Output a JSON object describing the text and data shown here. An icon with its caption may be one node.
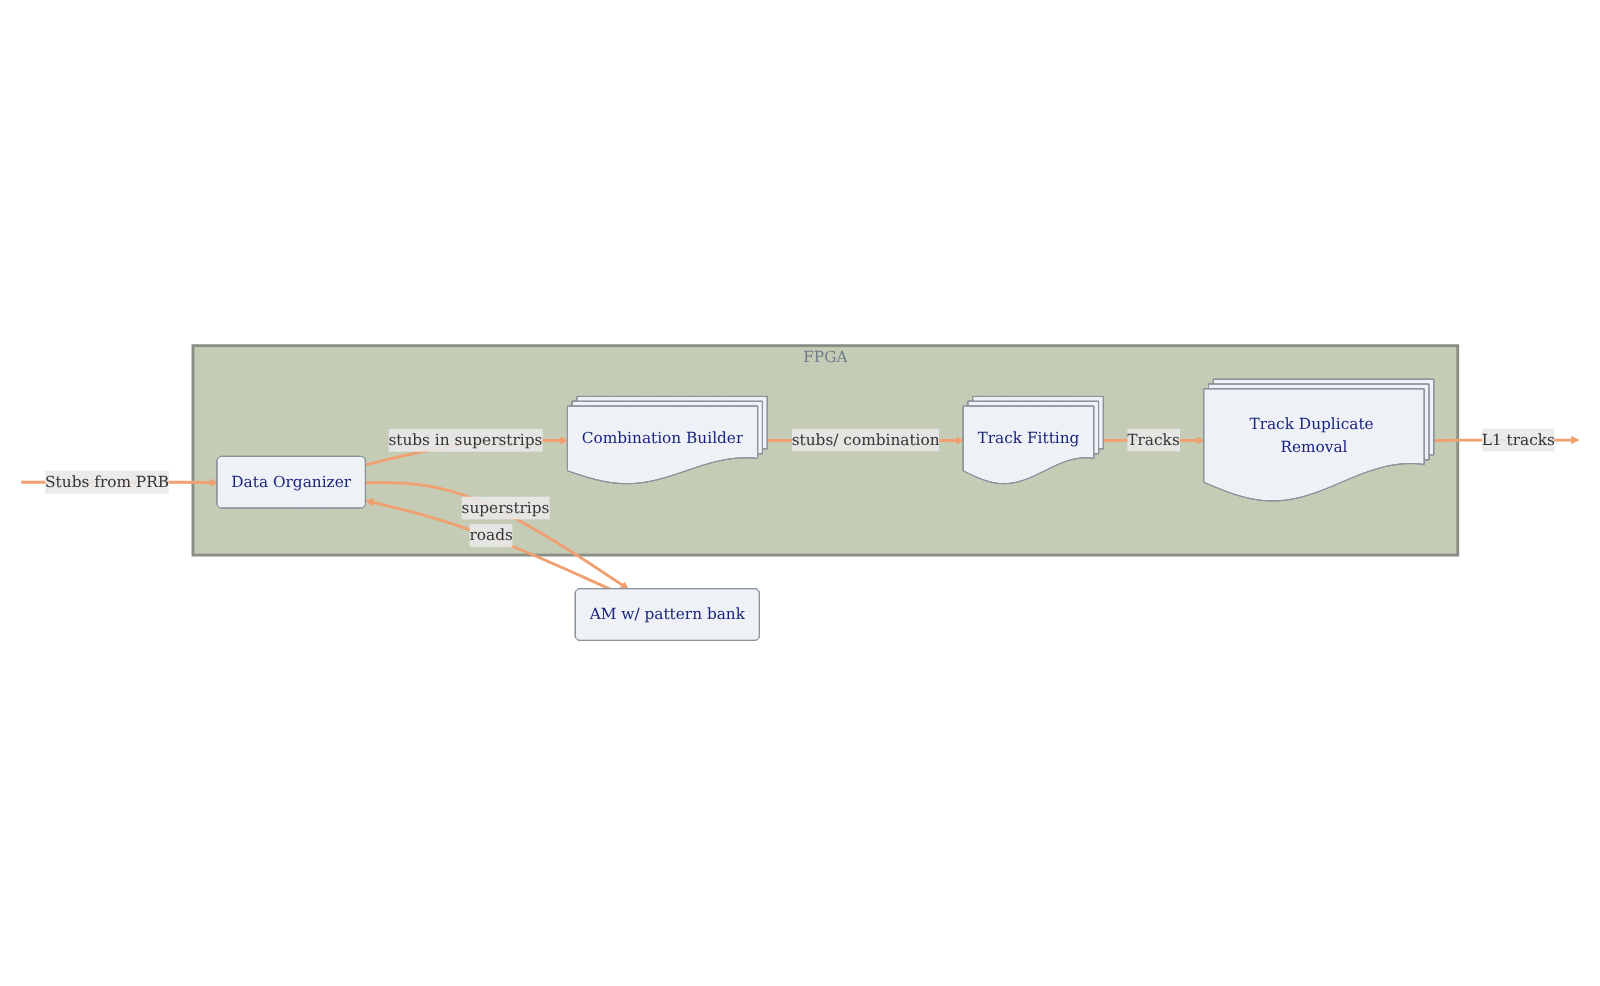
{
  "diagram": {
    "nodes": [
      {
        "text": [
          "FPGA"
        ]
      },
      {
        "text": [
          "Combination Builder"
        ],
        "in": 0
      },
      {
        "text": [
          "Track Fitting"
        ],
        "in": 0
      },
      {
        "text": [
          "Track Duplicate Removal"
        ],
        "in": 0
      },
      {
        "text": [
          "Data Organizer"
        ],
        "in": 0
      },
      {
        "text": [
          "AM w/ pattern bank"
        ]
      }
    ],
    "edges": [
      {
        "from": 1,
        "to": 2,
        "arrow": "to",
        "label": "stubs/ combination"
      },
      {
        "from": 2,
        "to": 3,
        "arrow": "to",
        "label": "Tracks"
      },
      {
        "from": 3,
        "to": null,
        "arrow": "to",
        "label": "L1 tracks"
      },
      {
        "from": 4,
        "to": 1,
        "arrow": "to",
        "label": "stubs in superstrips"
      },
      {
        "from": null,
        "to": 4,
        "arrow": "to",
        "label": "Stubs from PRB"
      },
      {
        "from": 4,
        "to": 5,
        "arrow": "to",
        "label": "superstrips"
      },
      {
        "from": 5,
        "to": 4,
        "arrow": "to",
        "label": "roads"
      }
    ]
  }
}
